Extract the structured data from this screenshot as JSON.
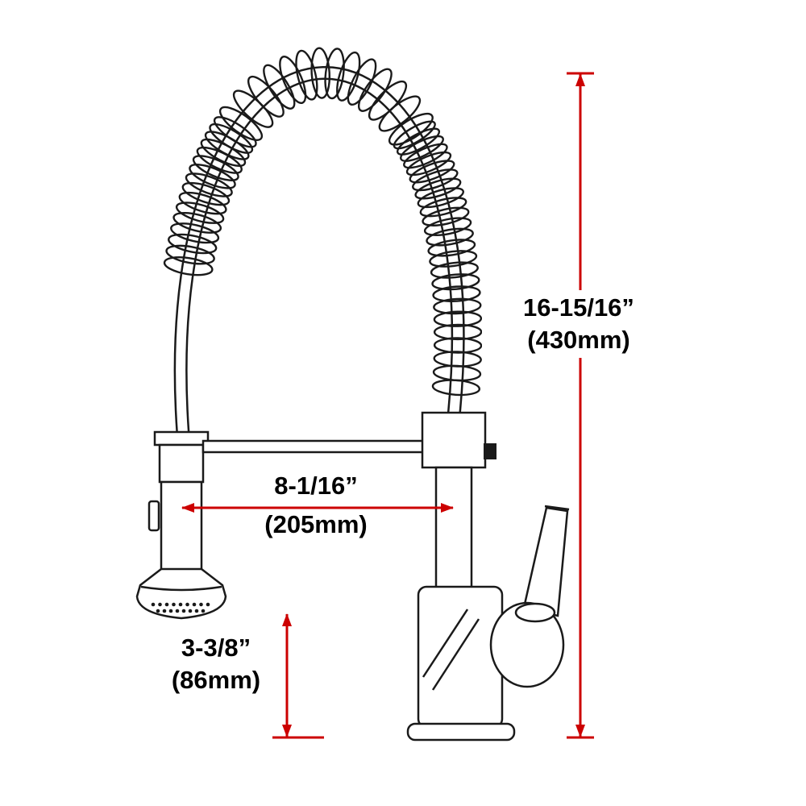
{
  "figure": {
    "type": "dimension-diagram",
    "subject": "pull-down spring kitchen faucet"
  },
  "labels": {
    "height": {
      "inches": "16-15/16”",
      "mm": "(430mm)"
    },
    "reach": {
      "inches": "8-1/16”",
      "mm": "(205mm)"
    },
    "drop": {
      "inches": "3-3/8”",
      "mm": "(86mm)"
    }
  },
  "colors": {
    "dimension_red": "#cc0000",
    "line_black": "#1a1a1a",
    "background": "#ffffff"
  }
}
